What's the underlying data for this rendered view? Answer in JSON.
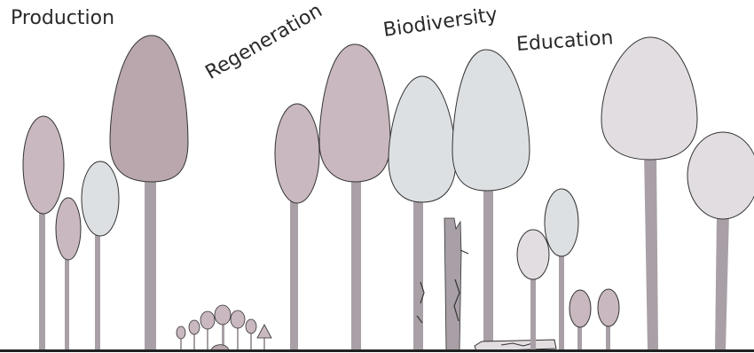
{
  "labels": {
    "production": "Production",
    "regeneration": "Regeneration",
    "biodiversity": "Biodiversity",
    "education": "Education"
  },
  "colors": {
    "mauve": "#c9b8bf",
    "dark_mauve": "#b9a7ad",
    "light_gray": "#dde0e3",
    "pale": "#e2dde1",
    "trunk": "#a8a0a6",
    "ground": "#222222",
    "outline": "#333333"
  }
}
